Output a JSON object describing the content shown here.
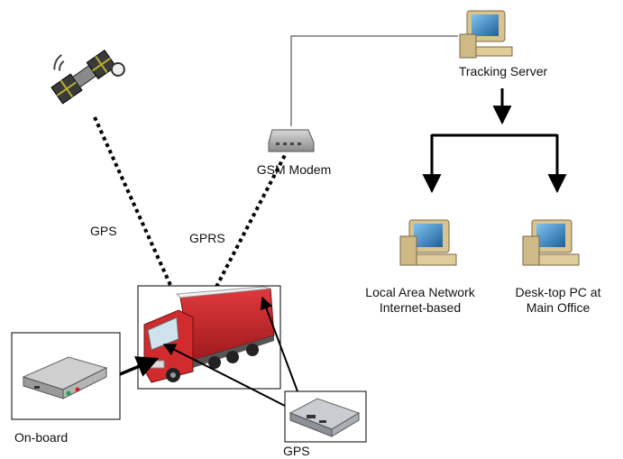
{
  "labels": {
    "tracking_server": "Tracking Server",
    "gsm_modem": "GSM Modem",
    "gps_link": "GPS",
    "gprs_link": "GPRS",
    "lan_line1": "Local Area Network",
    "lan_line2": "Internet-based",
    "desktop_line1": "Desk-top PC at",
    "desktop_line2": "Main Office",
    "onboard": "On-board",
    "gps_device": "GPS"
  },
  "icons": {
    "satellite": "satellite-icon",
    "modem": "gsm-modem-icon",
    "server": "server-computer-icon",
    "lan": "lan-computer-icon",
    "desktop": "desktop-computer-icon",
    "truck": "truck-icon",
    "onboard_device": "onboard-unit-icon",
    "gps_device": "gps-unit-icon"
  },
  "colors": {
    "truck_body": "#c8262a",
    "monitor_screen": "#2a7fc0",
    "computer_case": "#d9c38f",
    "line": "#000000"
  }
}
